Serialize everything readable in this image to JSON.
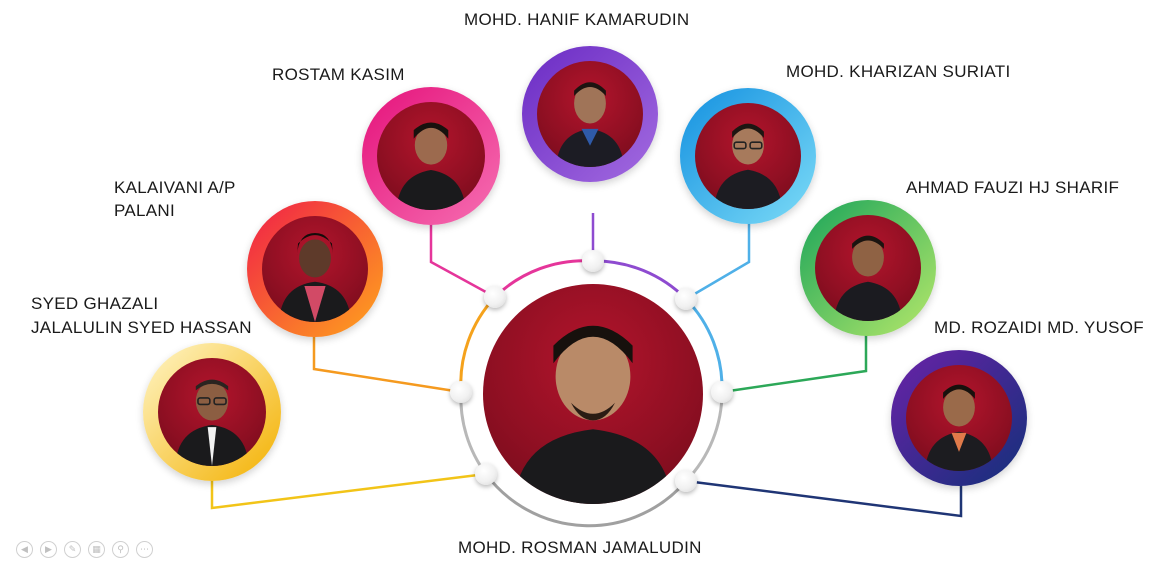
{
  "center": {
    "name": "MOHD. ROSMAN JAMALUDIN"
  },
  "members": [
    {
      "name": "MOHD. HANIF KAMARUDIN",
      "ring_colors": [
        "#6a2bc4",
        "#9b59d6"
      ],
      "line_color": "#8e4bd0"
    },
    {
      "name": "ROSTAM KASIM",
      "ring_colors": [
        "#e5127b",
        "#f05aa8"
      ],
      "line_color": "#e5359a"
    },
    {
      "name": "MOHD. KHARIZAN SURIATI",
      "ring_colors": [
        "#1aa3e8",
        "#6ad4f5"
      ],
      "line_color": "#4fb0e8"
    },
    {
      "name_lines": [
        "KALAIVANI A/P",
        "PALANI"
      ],
      "ring_colors": [
        "#f0283c",
        "#ff9a1f"
      ],
      "line_color": "#f59a1f"
    },
    {
      "name": "AHMAD FAUZI HJ SHARIF",
      "ring_colors": [
        "#1fae5b",
        "#a8e063"
      ],
      "line_color": "#2ca858"
    },
    {
      "name_lines": [
        "SYED GHAZALI",
        "JALALULIN SYED HASSAN"
      ],
      "ring_colors": [
        "#f5b400",
        "#fff2b0"
      ],
      "line_color": "#f2c418"
    },
    {
      "name": "MD. ROZAIDI MD. YUSOF",
      "ring_colors": [
        "#5a1ea0",
        "#1a2f7a"
      ],
      "line_color": "#1f3575"
    }
  ],
  "center_ring_color": "#9a9a9a",
  "photo_bg_color": "#a3122a",
  "controls": [
    "prev-icon",
    "next-icon",
    "pen-icon",
    "slides-icon",
    "zoom-icon",
    "more-icon"
  ]
}
